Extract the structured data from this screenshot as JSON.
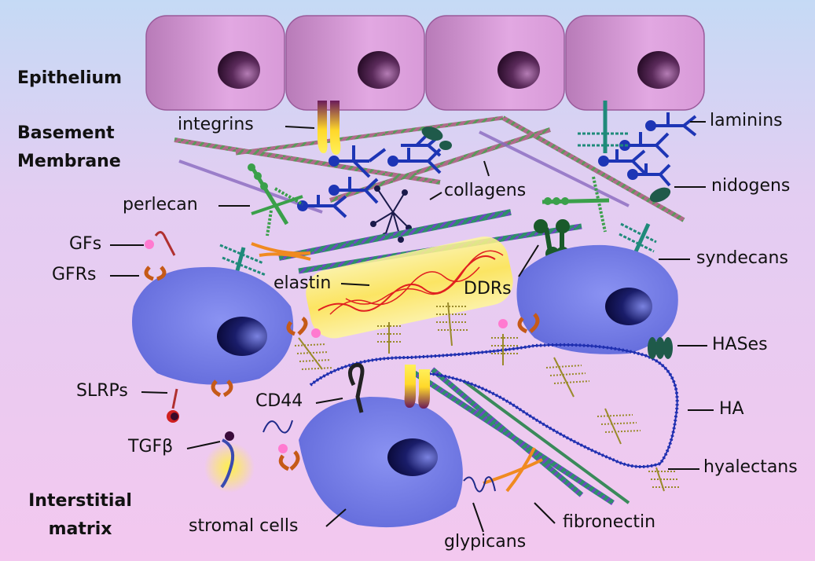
{
  "regions": {
    "epithelium": "Epithelium",
    "basement_line1": "Basement",
    "basement_line2": "Membrane",
    "interstitial_line1": "Interstitial",
    "interstitial_line2": "matrix"
  },
  "labels": {
    "integrins": "integrins",
    "laminins": "laminins",
    "perlecan": "perlecan",
    "collagens": "collagens",
    "nidogens": "nidogens",
    "gfs": "GFs",
    "gfrs": "GFRs",
    "syndecans": "syndecans",
    "elastin": "elastin",
    "ddrs": "DDRs",
    "hases": "HASes",
    "slrps": "SLRPs",
    "cd44": "CD44",
    "ha": "HA",
    "tgfb": "TGFβ",
    "hyalectans": "hyalectans",
    "stromal_cells": "stromal cells",
    "fibronectin": "fibronectin",
    "glypicans": "glypicans"
  },
  "colors": {
    "background_top": "#c5daf5",
    "background_bottom": "#f3c8ef",
    "epithelial_cell": "#cf92cf",
    "nucleus": "#3a1a3a",
    "stromal_cell": "#6f78e6",
    "collagen": "#2e8f6a",
    "collagen_alt": "#b04a8a",
    "laminin": "#1d35b5",
    "integrin": "#ffe23a",
    "elastin": "#ff2a2a",
    "ha": "#1f2fb0",
    "proteoglycan": "#9a8a2a",
    "receptor": "#c55a18"
  }
}
